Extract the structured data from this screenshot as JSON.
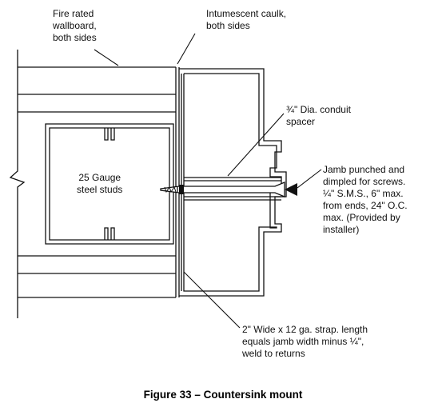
{
  "labels": {
    "wallboard": "Fire rated\nwallboard,\nboth sides",
    "caulk": "Intumescent caulk,\nboth sides",
    "spacer": "¾\" Dia. conduit\nspacer",
    "studs": "25 Gauge\nsteel studs",
    "jamb_note": "Jamb punched and\ndimpled for screws.\n¼\" S.M.S., 6\" max.\nfrom ends, 24\" O.C.\nmax. (Provided by\ninstaller)",
    "strap": "2\" Wide x 12 ga. strap. length\nequals jamb width minus ¼\",\nweld to returns"
  },
  "caption": "Figure 33 – Countersink mount"
}
